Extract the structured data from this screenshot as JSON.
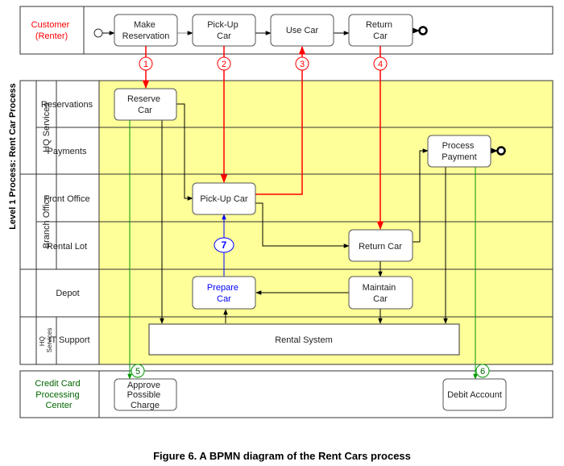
{
  "colors": {
    "lane_fill": "#ffff99",
    "red_flow": "#ff0000",
    "green_flow": "#009900",
    "blue_flow": "#0000ff",
    "customer_label": "#ff0000",
    "credit_label": "#006600"
  },
  "customer_pool": {
    "label": [
      "Customer",
      "(Renter)"
    ],
    "tasks": [
      {
        "id": "make-reservation",
        "lines": [
          "Make",
          "Reservation"
        ]
      },
      {
        "id": "pick-up-car",
        "lines": [
          "Pick-Up",
          "Car"
        ]
      },
      {
        "id": "use-car",
        "lines": [
          "Use Car"
        ]
      },
      {
        "id": "return-car",
        "lines": [
          "Return",
          "Car"
        ]
      }
    ]
  },
  "main_pool": {
    "title": "Level 1 Process:  Rent Car Process",
    "groups": [
      {
        "label": "HQ Services"
      },
      {
        "label": "Branch Office"
      },
      {
        "label": "HQ Services",
        "lines": [
          "HQ",
          "Services"
        ]
      }
    ],
    "lanes": [
      {
        "label": "Reservations"
      },
      {
        "label": "Payments"
      },
      {
        "label": "Front Office"
      },
      {
        "label": "Rental Lot"
      },
      {
        "label": "Depot"
      },
      {
        "label": "IT Support"
      }
    ],
    "tasks": [
      {
        "id": "reserve-car",
        "lines": [
          "Reserve",
          "Car"
        ]
      },
      {
        "id": "process-payment",
        "lines": [
          "Process",
          "Payment"
        ]
      },
      {
        "id": "pick-up-car",
        "lines": [
          "Pick-Up Car"
        ]
      },
      {
        "id": "return-car",
        "lines": [
          "Return Car"
        ]
      },
      {
        "id": "prepare-car",
        "lines": [
          "Prepare",
          "Car"
        ]
      },
      {
        "id": "maintain-car",
        "lines": [
          "Maintain",
          "Car"
        ]
      },
      {
        "id": "rental-system",
        "lines": [
          "Rental System"
        ]
      }
    ]
  },
  "credit_pool": {
    "label": [
      "Credit Card",
      "Processing",
      "Center"
    ],
    "tasks": [
      {
        "id": "approve-possible-charge",
        "lines": [
          "Approve",
          "Possible",
          "Charge"
        ]
      },
      {
        "id": "debit-account",
        "lines": [
          "Debit Account"
        ]
      }
    ]
  },
  "message_markers": [
    "1",
    "2",
    "3",
    "4",
    "5",
    "6",
    "7"
  ],
  "caption": "Figure 6.  A BPMN diagram of the Rent Cars process"
}
